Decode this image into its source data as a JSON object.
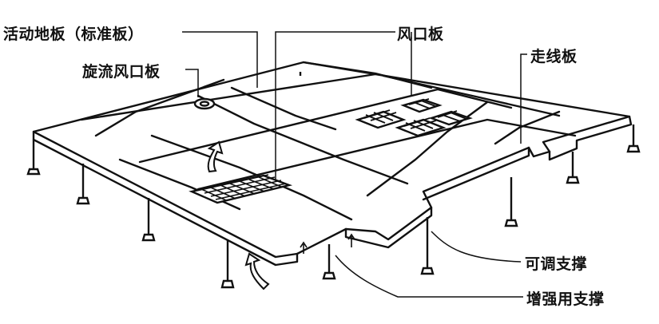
{
  "labels": {
    "standard_panel": "活动地板（标准板）",
    "swirl_vent_panel": "旋流风口板",
    "vent_panel": "风口板",
    "wiring_panel": "走线板",
    "adjustable_support": "可调支撑",
    "reinforced_support": "增强用支撑"
  },
  "colors": {
    "ink": "#111111",
    "panel": "#ffffff"
  }
}
